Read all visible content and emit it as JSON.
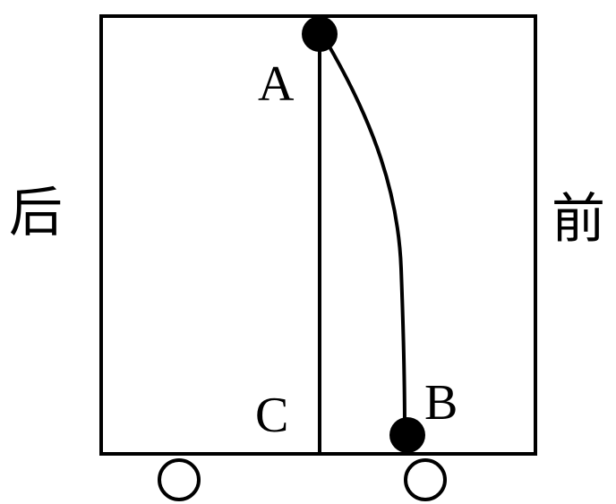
{
  "labels": {
    "point_a": "A",
    "point_b": "B",
    "point_c": "C",
    "side_back": "后",
    "side_front": "前"
  },
  "colors": {
    "stroke": "#000000",
    "ball_fill": "#000000",
    "wheel_fill": "#ffffff",
    "background": "#ffffff"
  }
}
